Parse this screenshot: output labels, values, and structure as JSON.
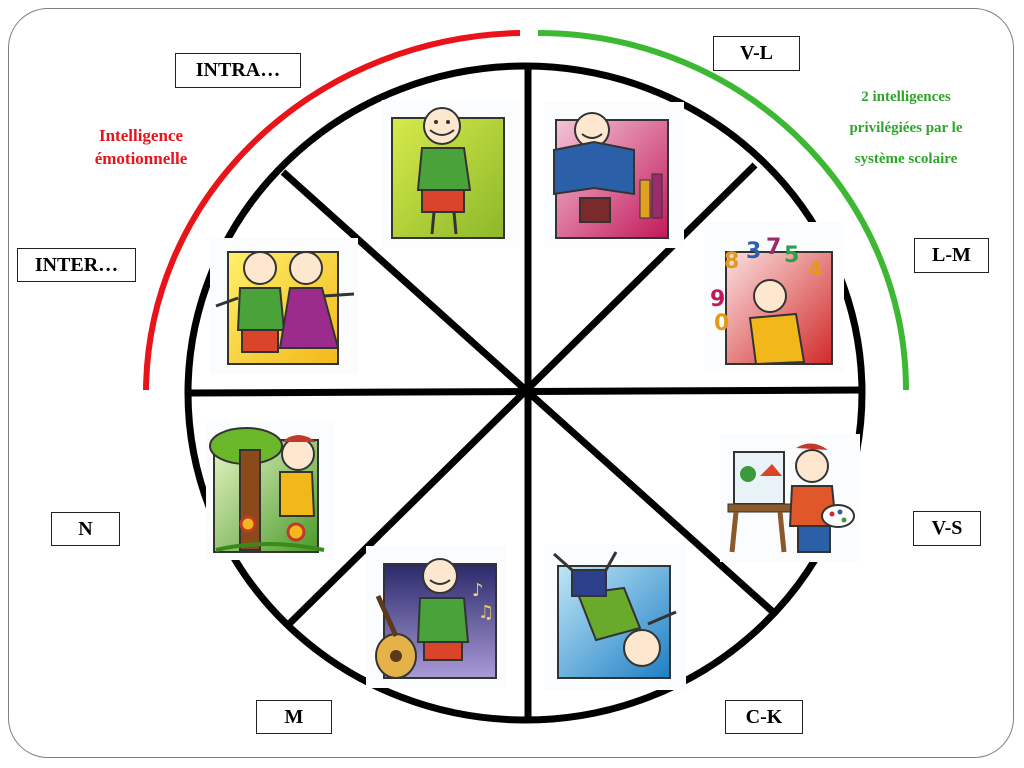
{
  "labels": {
    "intra": "INTRA…",
    "inter": "INTER…",
    "vl": "V-L",
    "lm": "L-M",
    "vs": "V-S",
    "ck": "C-K",
    "m": "M",
    "n": "N"
  },
  "notes": {
    "emotional_line1": "Intelligence",
    "emotional_line2": "émotionnelle",
    "school_line1": "2 intelligences",
    "school_line2": "privilégiées par le",
    "school_line3": "système scolaire"
  },
  "colors": {
    "emotional": "#e8141a",
    "school": "#3cb832",
    "wheel": "#000000"
  },
  "illustrations": [
    "child-thinking-icon",
    "child-reading-book-icon",
    "child-with-numbers-icon",
    "child-painting-icon",
    "child-cartwheel-icon",
    "child-guitar-music-icon",
    "child-with-tree-flowers-icon",
    "two-children-friends-icon"
  ]
}
